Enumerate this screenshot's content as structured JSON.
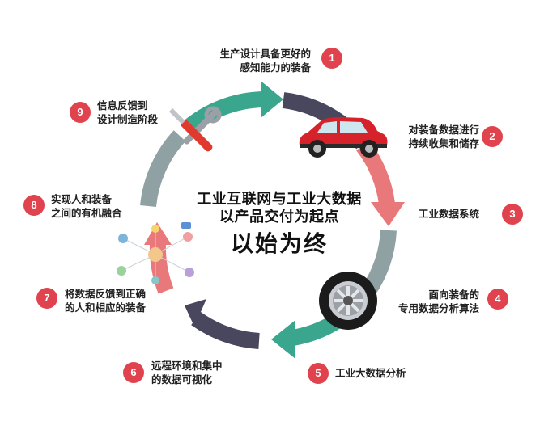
{
  "center": {
    "line1": "工业互联网与工业大数据",
    "line2": "以产品交付为起点",
    "line3": "以始为终"
  },
  "colors": {
    "teal": "#3aa68e",
    "pink": "#e8787a",
    "dark_slate": "#48475d",
    "gray_blue": "#8fa1a3",
    "badge_red": "#e0434e"
  },
  "steps": [
    {
      "num": "1",
      "lines": [
        "生产设计具备更好的",
        "感知能力的装备"
      ]
    },
    {
      "num": "2",
      "lines": [
        "对装备数据进行",
        "持续收集和储存"
      ]
    },
    {
      "num": "3",
      "lines": [
        "工业数据系统"
      ]
    },
    {
      "num": "4",
      "lines": [
        "面向装备的",
        "专用数据分析算法"
      ]
    },
    {
      "num": "5",
      "lines": [
        "工业大数据分析"
      ]
    },
    {
      "num": "6",
      "lines": [
        "远程环境和集中",
        "的数据可视化"
      ]
    },
    {
      "num": "7",
      "lines": [
        "将数据反馈到正确",
        "的人和相应的装备"
      ]
    },
    {
      "num": "8",
      "lines": [
        "实现人和装备",
        "之间的有机融合"
      ]
    },
    {
      "num": "9",
      "lines": [
        "信息反馈到",
        "设计制造阶段"
      ]
    }
  ],
  "icons": [
    "car-icon",
    "tire-icon",
    "tools-icon",
    "people-network-icon"
  ]
}
